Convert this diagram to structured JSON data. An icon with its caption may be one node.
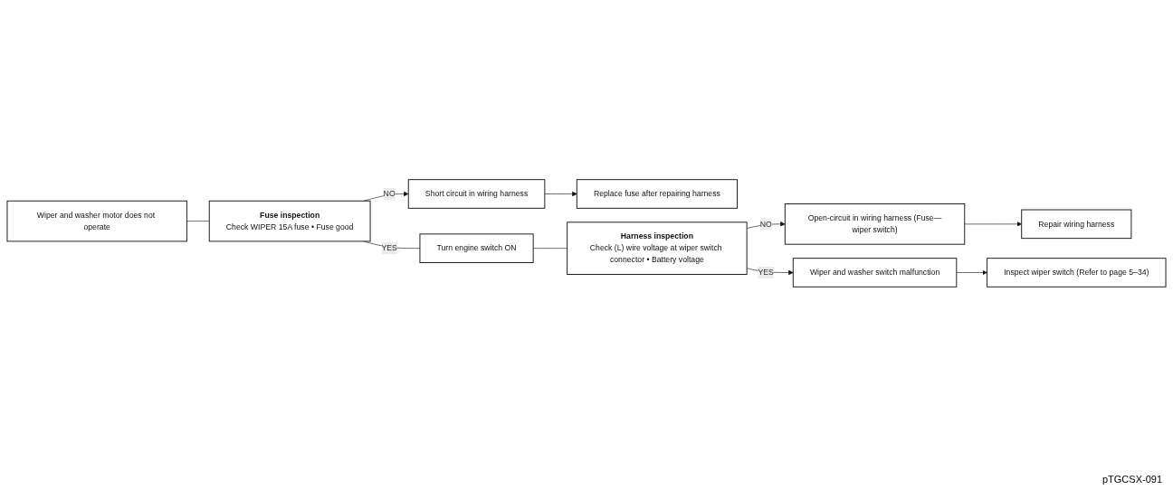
{
  "diagram": {
    "nodes": [
      {
        "text": [
          "Wiper and washer motor does not operate"
        ]
      },
      {
        "text": [
          "Fuse inspection",
          "Check WIPER 15A fuse • Fuse good"
        ]
      },
      {
        "text": [
          "Short circuit in wiring harness"
        ]
      },
      {
        "text": [
          "Replace fuse after repairing harness"
        ]
      },
      {
        "text": [
          "Turn engine switch ON"
        ]
      },
      {
        "text": [
          "Harness inspection",
          "Check (L) wire voltage at wiper switch connector • Battery voltage"
        ]
      },
      {
        "text": [
          "Open-circuit in wiring harness (Fuse—wiper switch)"
        ]
      },
      {
        "text": [
          "Repair wiring harness"
        ]
      },
      {
        "text": [
          "Wiper and washer switch malfunction"
        ]
      },
      {
        "text": [
          "Inspect wiper switch (Refer to page 5–34)"
        ]
      }
    ],
    "edges": [
      {
        "from": 0,
        "to": 1,
        "arrow": "none"
      },
      {
        "from": 1,
        "to": 2,
        "arrow": "to",
        "label": "NO"
      },
      {
        "from": 2,
        "to": 3,
        "arrow": "to"
      },
      {
        "from": 1,
        "to": 4,
        "arrow": "none",
        "label": "YES"
      },
      {
        "from": 4,
        "to": 5,
        "arrow": "none"
      },
      {
        "from": 5,
        "to": 6,
        "arrow": "to",
        "label": "NO"
      },
      {
        "from": 6,
        "to": 7,
        "arrow": "to"
      },
      {
        "from": 5,
        "to": 8,
        "arrow": "to",
        "label": "YES"
      },
      {
        "from": 8,
        "to": 9,
        "arrow": "to"
      }
    ],
    "labels": [
      "pTGCSX-091"
    ]
  }
}
